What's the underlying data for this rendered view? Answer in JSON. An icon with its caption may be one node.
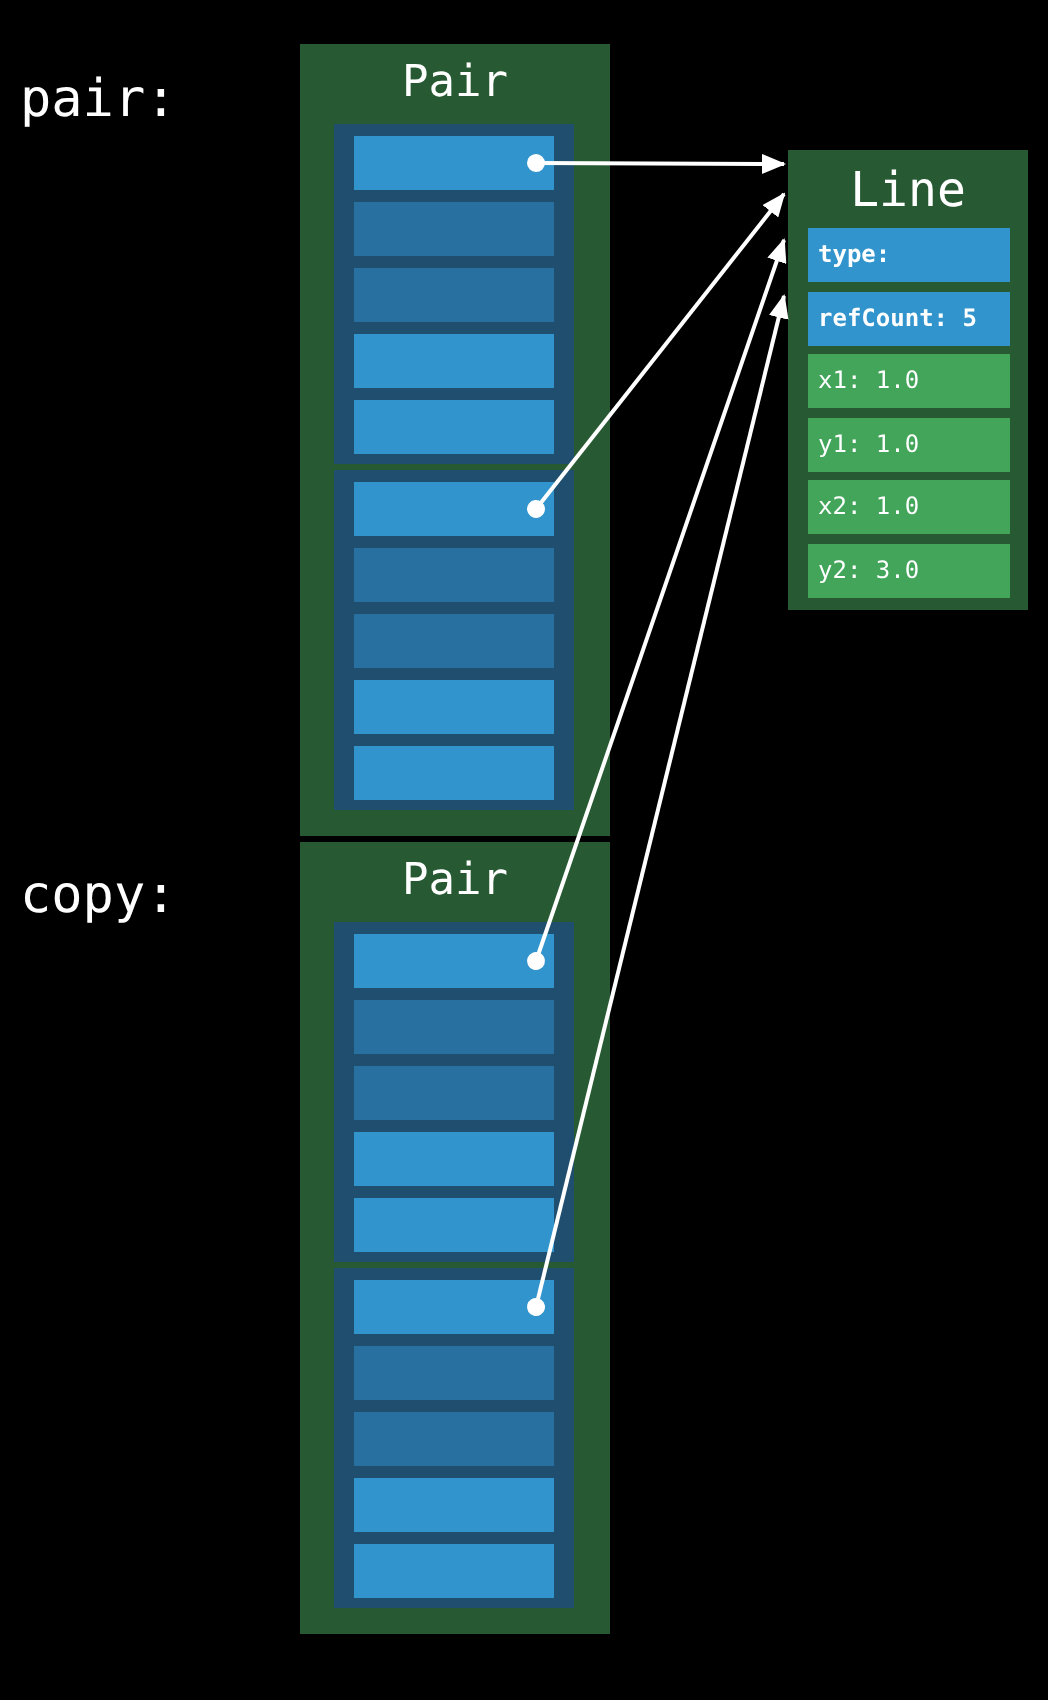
{
  "diagram": {
    "nodes": [
      {
        "text": [
          "Pair"
        ],
        "beside": [
          "pair:"
        ]
      },
      {
        "text": [],
        "shape": "box",
        "in": 0
      },
      {
        "text": [],
        "shape": "bar",
        "in": 1
      },
      {
        "text": [],
        "shape": "bar",
        "in": 1
      },
      {
        "text": [],
        "shape": "bar",
        "in": 1
      },
      {
        "text": [],
        "shape": "bar",
        "in": 1
      },
      {
        "text": [],
        "shape": "bar",
        "in": 1
      },
      {
        "text": [],
        "shape": "box",
        "in": 0
      },
      {
        "text": [],
        "shape": "bar",
        "in": 7
      },
      {
        "text": [],
        "shape": "bar",
        "in": 7
      },
      {
        "text": [],
        "shape": "bar",
        "in": 7
      },
      {
        "text": [],
        "shape": "bar",
        "in": 7
      },
      {
        "text": [],
        "shape": "bar",
        "in": 7
      },
      {
        "text": [
          "Line"
        ]
      },
      {
        "text": [
          "type:"
        ],
        "in": 13
      },
      {
        "text": [
          "refCount: 5"
        ],
        "in": 13
      },
      {
        "text": [
          "x1: 1.0"
        ],
        "in": 13
      },
      {
        "text": [
          "y1: 1.0"
        ],
        "in": 13
      },
      {
        "text": [
          "x2: 1.0"
        ],
        "in": 13
      },
      {
        "text": [
          "y2: 3.0"
        ],
        "in": 13
      },
      {
        "text": [
          "Pair"
        ],
        "beside": [
          "copy:"
        ]
      },
      {
        "text": [],
        "shape": "box",
        "in": 20
      },
      {
        "text": [],
        "shape": "bar",
        "in": 21
      },
      {
        "text": [],
        "shape": "bar",
        "in": 21
      },
      {
        "text": [],
        "shape": "bar",
        "in": 21
      },
      {
        "text": [],
        "shape": "bar",
        "in": 21
      },
      {
        "text": [],
        "shape": "bar",
        "in": 21
      },
      {
        "text": [],
        "shape": "box",
        "in": 20
      },
      {
        "text": [],
        "shape": "bar",
        "in": 27
      },
      {
        "text": [],
        "shape": "bar",
        "in": 27
      },
      {
        "text": [],
        "shape": "bar",
        "in": 27
      },
      {
        "text": [],
        "shape": "bar",
        "in": 27
      },
      {
        "text": [],
        "shape": "bar",
        "in": 27
      }
    ],
    "edges": [
      {
        "from": 2,
        "to": 13,
        "arrow": "to"
      },
      {
        "from": 8,
        "to": 13,
        "arrow": "to"
      },
      {
        "from": 22,
        "to": 13,
        "arrow": "to"
      },
      {
        "from": 28,
        "to": 13,
        "arrow": "to"
      }
    ]
  }
}
